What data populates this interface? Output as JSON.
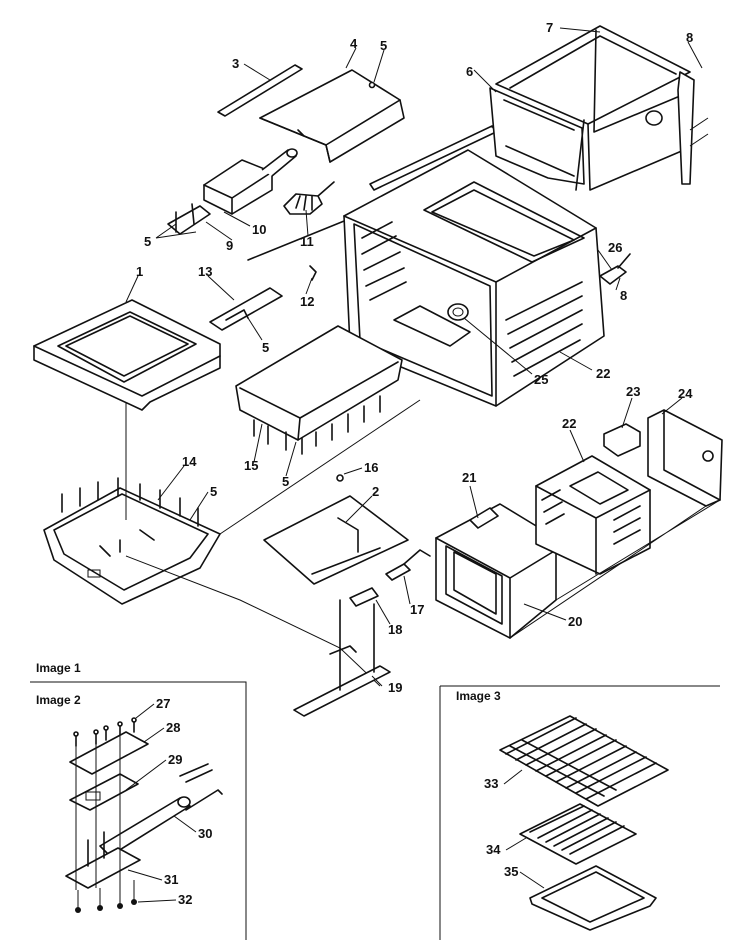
{
  "sections": {
    "image1": "Image 1",
    "image2": "Image 2",
    "image3": "Image 3"
  },
  "callouts": {
    "c1": "1",
    "c2": "2",
    "c3": "3",
    "c4": "4",
    "c5a": "5",
    "c5b": "5",
    "c5c": "5",
    "c5d": "5",
    "c5e": "5",
    "c6": "6",
    "c7": "7",
    "c8a": "8",
    "c8b": "8",
    "c9": "9",
    "c10": "10",
    "c11": "11",
    "c12": "12",
    "c13": "13",
    "c14": "14",
    "c15": "15",
    "c16": "16",
    "c17": "17",
    "c18": "18",
    "c19": "19",
    "c20": "20",
    "c21": "21",
    "c22a": "22",
    "c22b": "22",
    "c23": "23",
    "c24": "24",
    "c25": "25",
    "c26": "26",
    "c27": "27",
    "c28": "28",
    "c29": "29",
    "c30": "30",
    "c31": "31",
    "c32": "32",
    "c33": "33",
    "c34": "34",
    "c35": "35"
  }
}
